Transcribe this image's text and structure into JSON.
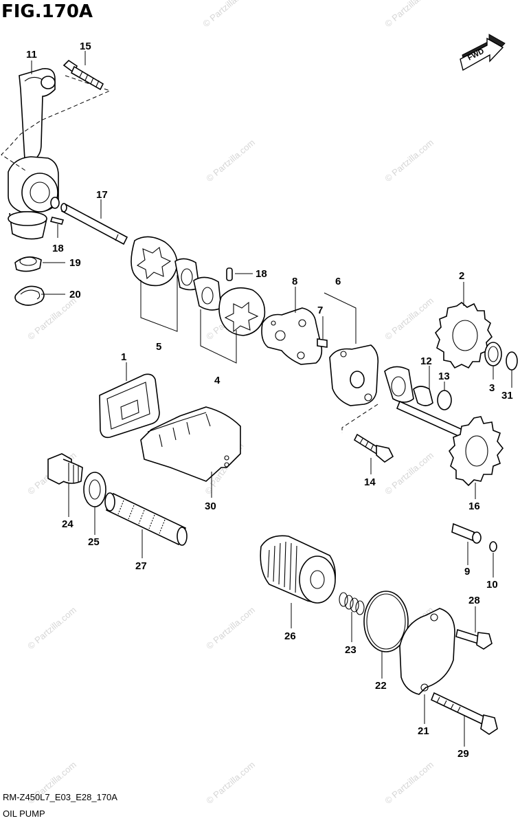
{
  "figure": {
    "title": "FIG.170A",
    "code": "RM-Z450L7_E03_E28_170A",
    "subtitle": "OIL PUMP",
    "direction_badge": "FWD"
  },
  "watermark": {
    "text": "© Partzilla.com",
    "color": "#d6d6d6"
  },
  "callouts": {
    "p1": "1",
    "p2": "2",
    "p3": "3",
    "p4": "4",
    "p5": "5",
    "p6": "6",
    "p7": "7",
    "p8": "8",
    "p9": "9",
    "p10": "10",
    "p11": "11",
    "p12": "12",
    "p13": "13",
    "p14": "14",
    "p15": "15",
    "p16": "16",
    "p17": "17",
    "p18a": "18",
    "p18b": "18",
    "p19": "19",
    "p20": "20",
    "p21": "21",
    "p22": "22",
    "p23": "23",
    "p24": "24",
    "p25": "25",
    "p26": "26",
    "p27": "27",
    "p28": "28",
    "p29": "29",
    "p30": "30",
    "p31": "31"
  }
}
